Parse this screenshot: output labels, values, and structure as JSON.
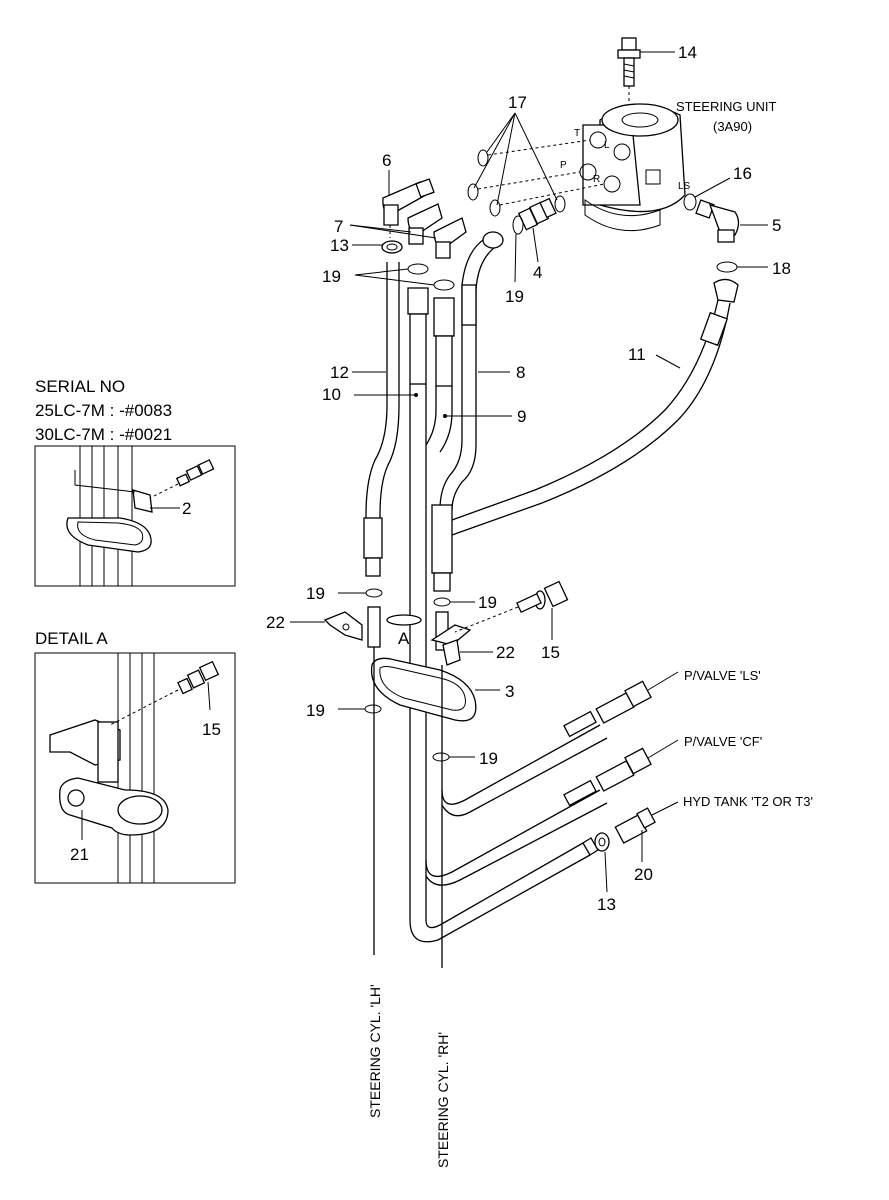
{
  "steering_unit": {
    "title": "STEERING UNIT",
    "model": "(3A90)",
    "ports": {
      "t": "T",
      "l": "L",
      "p": "P",
      "r": "R",
      "ls": "LS"
    }
  },
  "part_numbers": {
    "p14": "14",
    "p17": "17",
    "p6": "6",
    "p7": "7",
    "p16": "16",
    "p5": "5",
    "p13a": "13",
    "p19a": "19",
    "p4": "4",
    "p19b": "19",
    "p18": "18",
    "p12": "12",
    "p8": "8",
    "p11": "11",
    "p10": "10",
    "p9": "9",
    "p19c": "19",
    "p19d": "19",
    "p22a": "22",
    "p15a": "15",
    "p22b": "22",
    "p3": "3",
    "p19e": "19",
    "p19f": "19",
    "p13b": "13",
    "p20": "20",
    "p2": "2",
    "p15b": "15",
    "p21": "21"
  },
  "callouts": {
    "pvalve_ls": "P/VALVE 'LS'",
    "pvalve_cf": "P/VALVE 'CF'",
    "hyd_tank": "HYD TANK 'T2 OR T3'",
    "steering_lh": "STEERING CYL. 'LH'",
    "steering_rh": "STEERING CYL. 'RH'",
    "detail_marker": "A"
  },
  "serial_box": {
    "title": "SERIAL NO",
    "line1": "25LC-7M : -#0083",
    "line2": "30LC-7M : -#0021"
  },
  "detail_box": {
    "title": "DETAIL A"
  }
}
